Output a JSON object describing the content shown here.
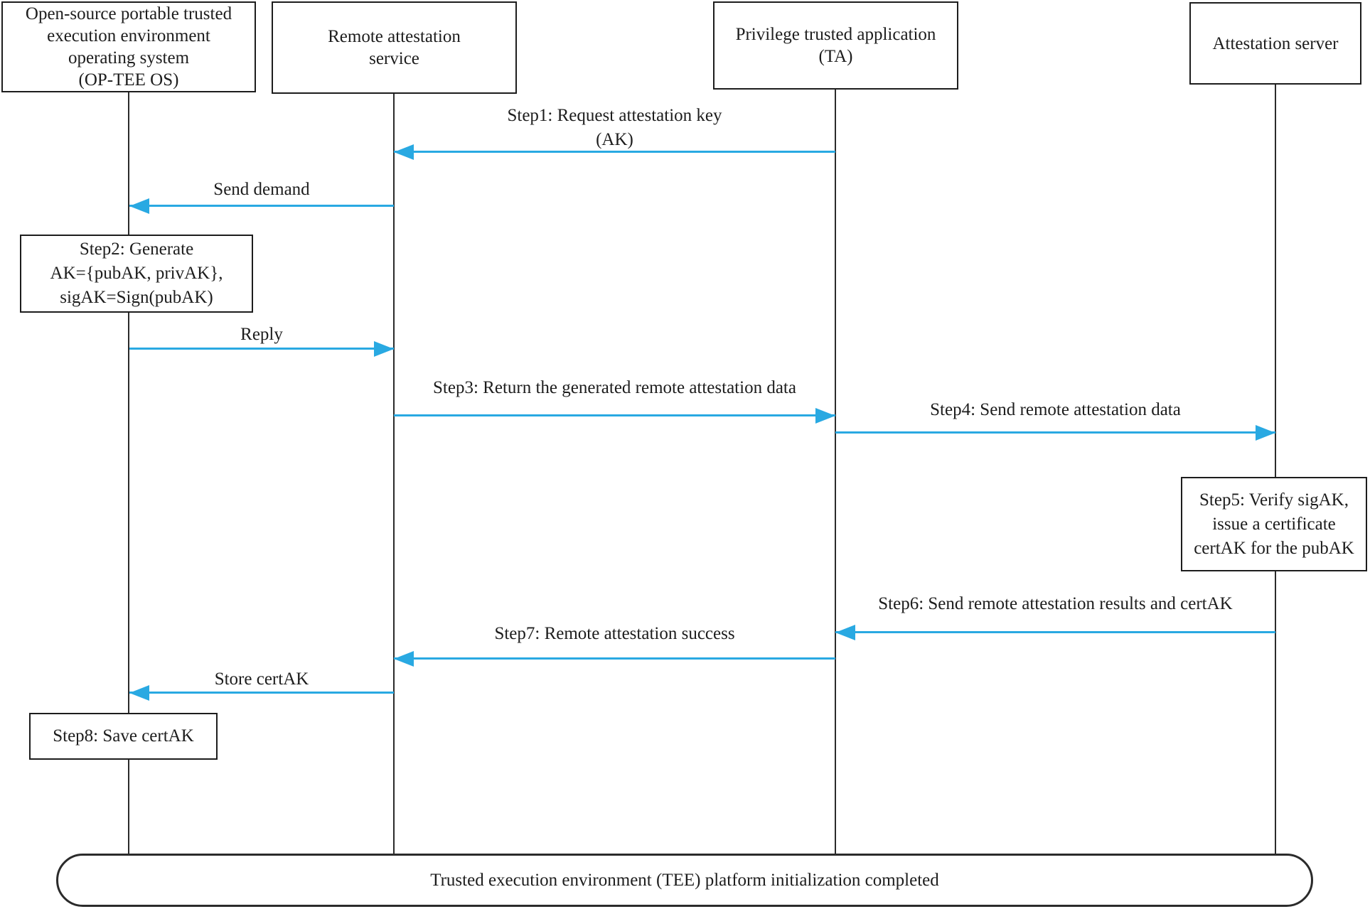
{
  "colors": {
    "arrow": "#29a9e2",
    "border": "#1d1d1d",
    "text": "#1d1d1d",
    "background": "#ffffff"
  },
  "actors": [
    {
      "id": "op-tee-os",
      "lines": [
        "Open-source portable trusted",
        "execution environment",
        "operating system",
        "(OP-TEE OS)"
      ]
    },
    {
      "id": "remote-attestation-service",
      "lines": [
        "Remote attestation",
        "service"
      ]
    },
    {
      "id": "privilege-trusted-application",
      "lines": [
        "Privilege trusted application",
        "(TA)"
      ]
    },
    {
      "id": "attestation-server",
      "lines": [
        "Attestation server"
      ]
    }
  ],
  "messages": [
    {
      "id": "step1",
      "label": "Step1: Request attestation key",
      "label2": "(AK)",
      "from": "privilege-trusted-application",
      "to": "remote-attestation-service",
      "direction": "left"
    },
    {
      "id": "send-demand",
      "label": "Send demand",
      "from": "remote-attestation-service",
      "to": "op-tee-os",
      "direction": "left"
    },
    {
      "id": "reply",
      "label": "Reply",
      "from": "op-tee-os",
      "to": "remote-attestation-service",
      "direction": "right"
    },
    {
      "id": "step3",
      "label": "Step3: Return the generated remote attestation data",
      "from": "remote-attestation-service",
      "to": "privilege-trusted-application",
      "direction": "right"
    },
    {
      "id": "step4",
      "label": "Step4: Send remote attestation data",
      "from": "privilege-trusted-application",
      "to": "attestation-server",
      "direction": "right"
    },
    {
      "id": "step6",
      "label": "Step6: Send remote attestation results and certAK",
      "from": "attestation-server",
      "to": "privilege-trusted-application",
      "direction": "left"
    },
    {
      "id": "step7",
      "label": "Step7: Remote attestation success",
      "from": "privilege-trusted-application",
      "to": "remote-attestation-service",
      "direction": "left"
    },
    {
      "id": "store-certak",
      "label": "Store certAK",
      "from": "remote-attestation-service",
      "to": "op-tee-os",
      "direction": "left"
    }
  ],
  "notes": [
    {
      "id": "step2",
      "on": "op-tee-os",
      "lines": [
        "Step2: Generate",
        "AK={pubAK, privAK},",
        "sigAK=Sign(pubAK)"
      ]
    },
    {
      "id": "step5",
      "on": "attestation-server",
      "lines": [
        "Step5: Verify sigAK,",
        "issue a certificate",
        "certAK for the pubAK"
      ]
    },
    {
      "id": "step8",
      "on": "op-tee-os",
      "lines": [
        "Step8: Save certAK"
      ]
    }
  ],
  "footer": {
    "label": "Trusted execution environment (TEE) platform initialization completed"
  }
}
